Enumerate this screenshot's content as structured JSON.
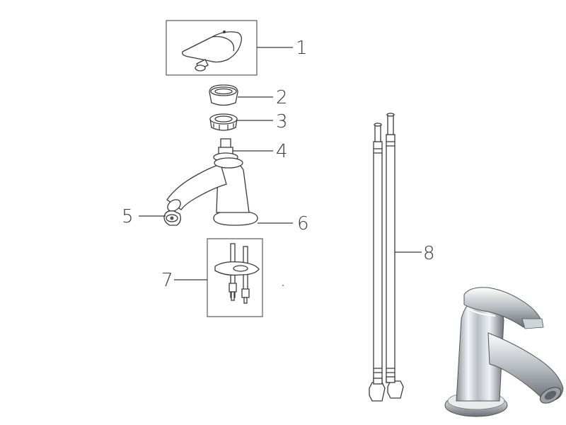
{
  "callouts": [
    {
      "id": "1",
      "label": "1"
    },
    {
      "id": "2",
      "label": "2"
    },
    {
      "id": "3",
      "label": "3"
    },
    {
      "id": "4",
      "label": "4"
    },
    {
      "id": "5",
      "label": "5"
    },
    {
      "id": "6",
      "label": "6"
    },
    {
      "id": "7",
      "label": "7"
    },
    {
      "id": "8",
      "label": "8"
    }
  ],
  "parts": [
    "lever-handle-icon",
    "cover-ring-icon",
    "locking-nut-icon",
    "cartridge-icon",
    "aerator-icon",
    "tap-body-icon",
    "fixing-kit-icon",
    "flexible-hoses-icon",
    "assembled-faucet-icon"
  ]
}
